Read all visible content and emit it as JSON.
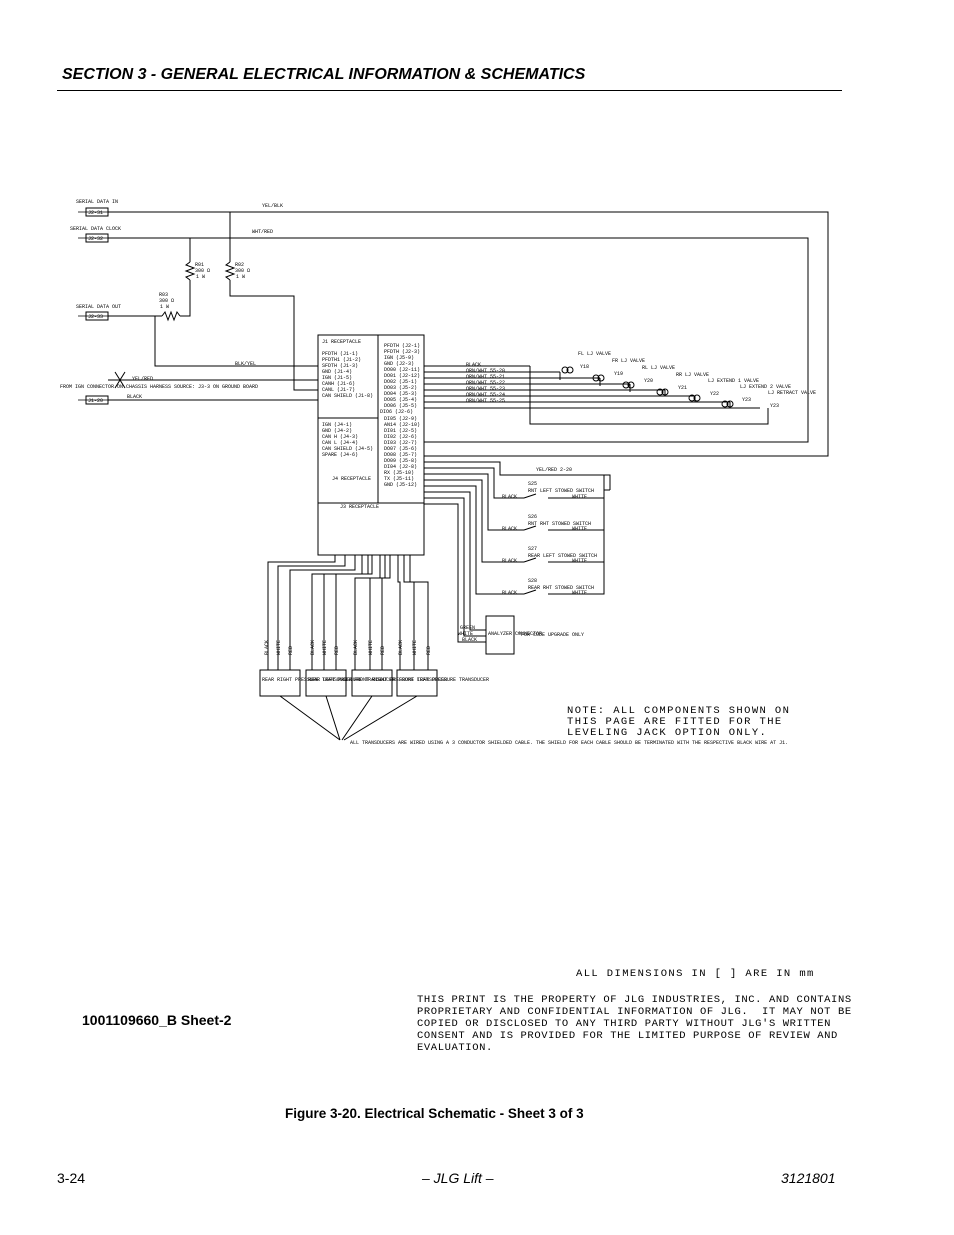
{
  "header": {
    "section_title": "SECTION 3 - GENERAL ELECTRICAL INFORMATION & SCHEMATICS"
  },
  "schematic": {
    "connectors_left": [
      "SERIAL DATA IN",
      "SERIAL DATA CLOCK",
      "SERIAL DATA OUT"
    ],
    "connector_ids": [
      "J2-31",
      "J2-32",
      "J2-33",
      "J1-20"
    ],
    "wire_labels": [
      "YEL/BLK",
      "WHT/RED",
      "BLK/YEL",
      "YEL/RED",
      "BLACK",
      "YEL/RED 2-20"
    ],
    "resistors": [
      {
        "id": "R01",
        "value": "300 Ω",
        "rating": "1 W"
      },
      {
        "id": "R02",
        "value": "300 Ω",
        "rating": "1 W"
      },
      {
        "id": "R03",
        "value": "300 Ω",
        "rating": "1 W"
      }
    ],
    "source_note": "FROM IGN CONNECTOR ON CHASSIS HARNESS SOURCE: J3-3 ON GROUND BOARD",
    "j1_title": "J1 RECEPTACLE",
    "j1_pins": [
      "PFDTH (J1-1)",
      "PFDTH1 (J1-2)",
      "SFDTH (J1-3)",
      "GND (J1-4)",
      "IGN (J1-5)",
      "CANH (J1-6)",
      "CANL (J1-7)",
      "CAN SHIELD (J1-8)"
    ],
    "j4_title": "J4 RECEPTACLE",
    "j4_pins": [
      "IGN (J4-1)",
      "GND (J4-2)",
      "CAN H (J4-3)",
      "CAN L (J4-4)",
      "CAN SHIELD (J4-5)",
      "SPARE (J4-6)"
    ],
    "right_pins": [
      "PFDTH (J2-1)",
      "PFDTH (J2-3)",
      "IGN (J5-9)",
      "GND (J2-3)",
      "DO00 (J2-11)",
      "DO01 (J2-12)",
      "DO02 (J5-1)",
      "DO03 (J5-2)",
      "DO04 (J5-3)",
      "DO05 (J5-4)",
      "DO06 (J5-5)",
      "DIO6 (J2-6)",
      "DI05 (J2-9)",
      "AN14 (J2-10)",
      "DI01 (J2-5)",
      "DI02 (J2-6)",
      "DI03 (J2-7)",
      "DO07 (J5-6)",
      "DO08 (J5-7)",
      "DO09 (J5-8)",
      "DI04 (J2-8)",
      "RX (J5-10)",
      "TX (J5-11)",
      "GND (J5-12)"
    ],
    "valve_wires": [
      "BLACK",
      "ORN/WHT 55-20",
      "ORN/WHT 55-21",
      "ORN/WHT 55-22",
      "ORN/WHT 55-23",
      "ORN/WHT 55-24",
      "ORN/WHT 55-25"
    ],
    "valves": [
      {
        "name": "FL LJ VALVE",
        "id": "Y18"
      },
      {
        "name": "FR LJ VALVE",
        "id": "Y19"
      },
      {
        "name": "RL LJ VALVE",
        "id": "Y20"
      },
      {
        "name": "RR LJ VALVE",
        "id": "Y21"
      },
      {
        "name": "LJ EXTEND 1 VALVE",
        "id": "Y22"
      },
      {
        "name": "LJ EXTEND 2 VALVE",
        "id": "Y23"
      },
      {
        "name": "LJ RETRACT VALVE",
        "id": "Y23"
      }
    ],
    "switches": [
      {
        "id": "S25",
        "name": "RNT LEFT STOWED SWITCH"
      },
      {
        "id": "S26",
        "name": "RNT RHT STOWED SWITCH"
      },
      {
        "id": "S27",
        "name": "REAR LEFT STOWED SWITCH"
      },
      {
        "id": "S28",
        "name": "REAR RHT STOWED SWITCH"
      }
    ],
    "switch_wires": {
      "left": "BLACK",
      "right": "WHITE"
    },
    "j3_title": "J3 RECEPTACLE",
    "analyzer": {
      "label": "ANALYZER CONNECTOR",
      "wires": [
        "GREEN",
        "WHITE",
        "BLACK"
      ],
      "note": "*FOR CODE UPGRADE ONLY"
    },
    "transducer_wires": [
      "BLACK",
      "WHITE",
      "RED"
    ],
    "transducers": [
      "REAR RIGHT PRESSURE TRANSDUCER",
      "REAR LEFT PRESSURE TRANSDUCER",
      "FRONT RIGHT PRESSURE TRANSDUCER",
      "FRONT LEFT PRESSURE TRANSDUCER"
    ],
    "transducer_note": "ALL TRANSDUCERS ARE WIRED USING A 3 CONDUCTOR SHIELDED CABLE.  THE SHIELD FOR EACH CABLE SHOULD BE TERMINATED WITH THE RESPECTIVE BLACK WIRE AT J1."
  },
  "note": "NOTE: ALL COMPONENTS SHOWN ON\nTHIS PAGE ARE FITTED FOR THE\nLEVELING JACK OPTION ONLY.",
  "dimensions_note": "ALL DIMENSIONS IN [ ] ARE IN mm",
  "property_notice": "THIS PRINT IS THE PROPERTY OF JLG INDUSTRIES, INC. AND CONTAINS\nPROPRIETARY AND CONFIDENTIAL INFORMATION OF JLG.  IT MAY NOT BE\nCOPIED OR DISCLOSED TO ANY THIRD PARTY WITHOUT JLG'S WRITTEN\nCONSENT AND IS PROVIDED FOR THE LIMITED PURPOSE OF REVIEW AND\nEVALUATION.",
  "sheet_id": "1001109660_B  Sheet-2",
  "figure_caption": "Figure 3-20.  Electrical Schematic - Sheet 3 of 3",
  "footer": {
    "page_number": "3-24",
    "center": "– JLG Lift –",
    "doc_number": "3121801"
  }
}
